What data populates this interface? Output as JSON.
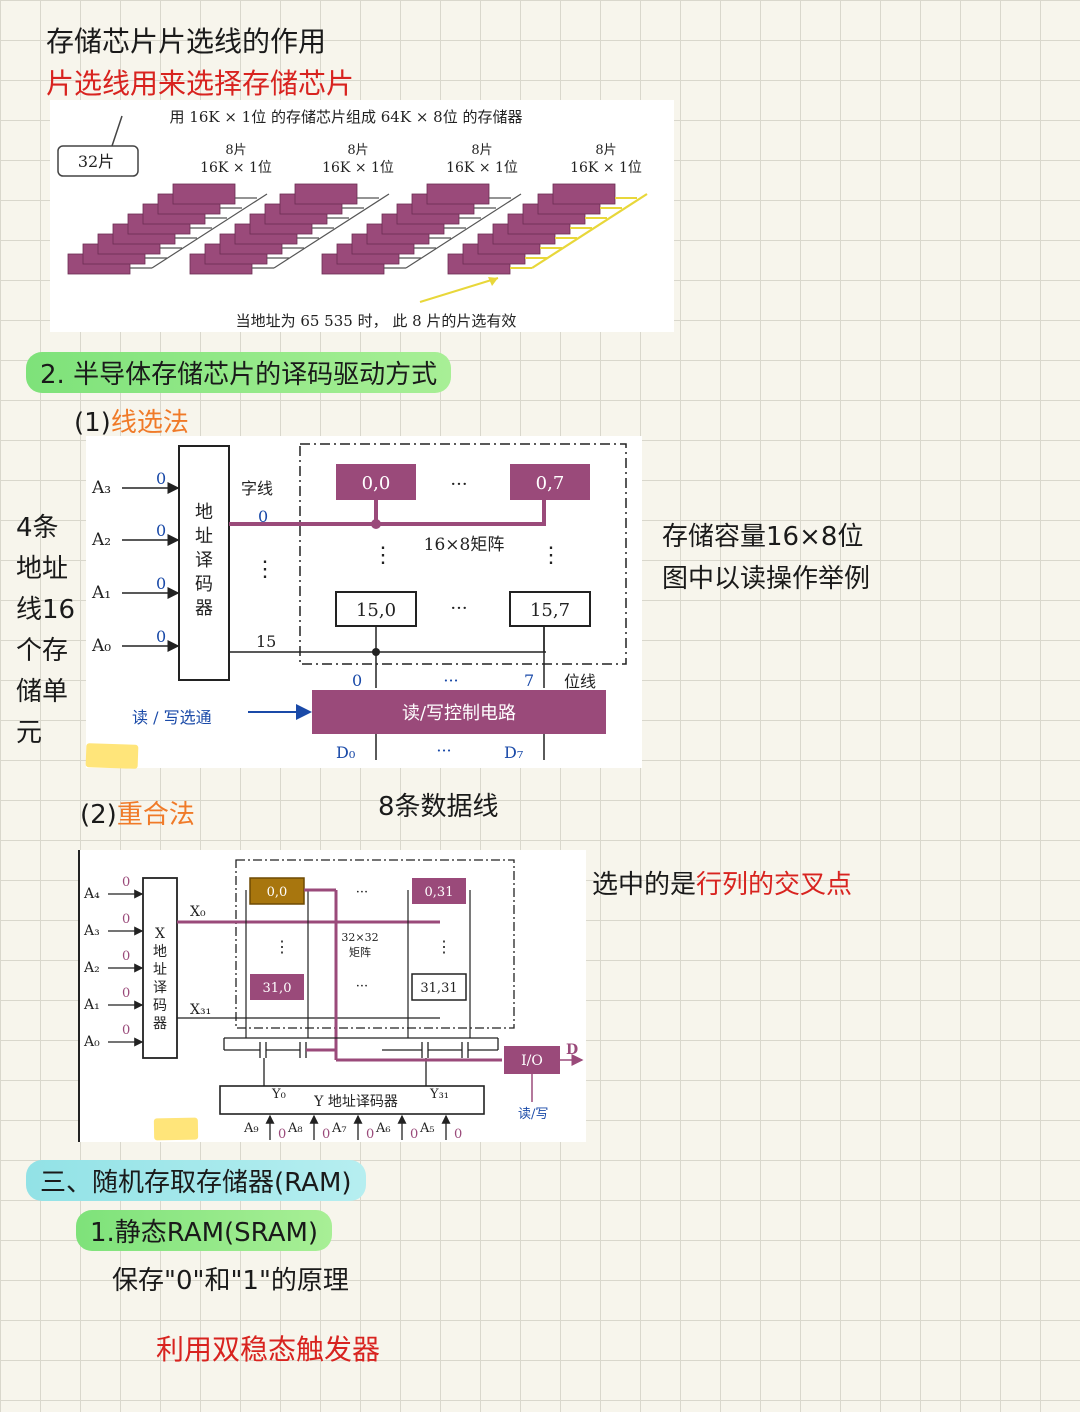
{
  "headings": {
    "title": "存储芯片片选线的作用",
    "subtitle": "片选线用来选择存储芯片",
    "section2": "2. 半导体存储芯片的译码驱动方式",
    "method1_prefix": "(1)",
    "method1_name": "线选法",
    "method2_prefix": "(2)",
    "method2_name": "重合法",
    "section3": "三、随机存取存储器(RAM)",
    "sram": "1.静态RAM(SRAM)",
    "principle": "保存\"0\"和\"1\"的原理",
    "answer": "利用双稳态触发器"
  },
  "notes": {
    "left_note": [
      "4条",
      "地址",
      "线16",
      "个存",
      "储单",
      "元"
    ],
    "right_note1_line1": "存储容量16×8位",
    "right_note1_line2": "图中以读操作举例",
    "data_lines": "8条数据线",
    "right_note2_prefix": "选中的是",
    "right_note2_red": "行列的交叉点"
  },
  "fig1": {
    "top": "用 16K × 1位 的存储芯片组成 64K × 8位 的存储器",
    "badge": "32片",
    "group_count": "8片",
    "group_spec": "16K × 1位",
    "bottom": "当地址为 65 535 时， 此 8 片的片选有效"
  },
  "fig2": {
    "addr": [
      "A₃",
      "A₂",
      "A₁",
      "A₀"
    ],
    "zero": "0",
    "decoder": [
      "地",
      "址",
      "译",
      "码",
      "器"
    ],
    "word_line": "字线",
    "w0": "0",
    "w15": "15",
    "vdots": "⋮",
    "hdots": "···",
    "cell00": "0,0",
    "cell07": "0,7",
    "cell150": "15,0",
    "cell157": "15,7",
    "matrix": "16×8矩阵",
    "b0": "0",
    "b7": "7",
    "bit_line": "位线",
    "rw_strobe": "读 / 写选通",
    "rw_ctrl": "读/写控制电路",
    "d0": "D₀",
    "d7": "D₇"
  },
  "fig3": {
    "addr": [
      "A₄",
      "A₃",
      "A₂",
      "A₁",
      "A₀"
    ],
    "zero": "0",
    "xdec": [
      "X",
      "地",
      "址",
      "译",
      "码",
      "器"
    ],
    "x0": "X₀",
    "x31": "X₃₁",
    "cell00": "0,0",
    "cell031": "0,31",
    "cell310": "31,0",
    "cell3131": "31,31",
    "matrix1": "32×32",
    "matrix2": "矩阵",
    "hdots": "···",
    "vdots": "⋮",
    "io": "I/O",
    "d": "D",
    "rw": "读/写",
    "y0": "Y₀",
    "ydec": "Y 地址译码器",
    "y31": "Y₃₁",
    "yaddr": [
      "A₉",
      "A₈",
      "A₇",
      "A₆",
      "A₅"
    ]
  },
  "colors": {
    "chip": "#9a4a7a",
    "cell_selected": "#a8760e",
    "red_text": "#d8231f",
    "orange_text": "#f07a28"
  }
}
